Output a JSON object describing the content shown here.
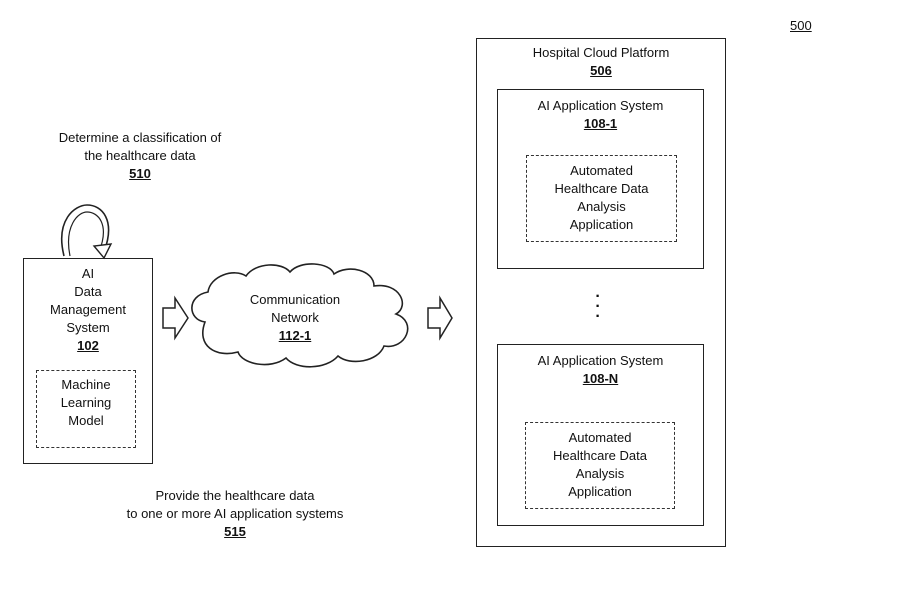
{
  "figure": {
    "ref": "500"
  },
  "step_classify": {
    "line1": "Determine a classification of",
    "line2": "the healthcare data",
    "ref": "510"
  },
  "step_provide": {
    "line1": "Provide the healthcare data",
    "line2": "to one or more AI application systems",
    "ref": "515"
  },
  "ai_dms": {
    "line1": "AI",
    "line2": "Data",
    "line3": "Management",
    "line4": "System",
    "ref": "102",
    "model": {
      "line1": "Machine",
      "line2": "Learning",
      "line3": "Model"
    }
  },
  "network": {
    "line1": "Communication",
    "line2": "Network",
    "ref": "112-1"
  },
  "cloud_platform": {
    "title": "Hospital Cloud Platform",
    "ref": "506",
    "systems": [
      {
        "title": "AI Application System",
        "ref": "108-1",
        "app": [
          "Automated",
          "Healthcare Data",
          "Analysis",
          "Application"
        ]
      },
      {
        "title": "AI Application System",
        "ref": "108-N",
        "app": [
          "Automated",
          "Healthcare Data",
          "Analysis",
          "Application"
        ]
      }
    ],
    "ellipsis": "·\n·\n·"
  }
}
